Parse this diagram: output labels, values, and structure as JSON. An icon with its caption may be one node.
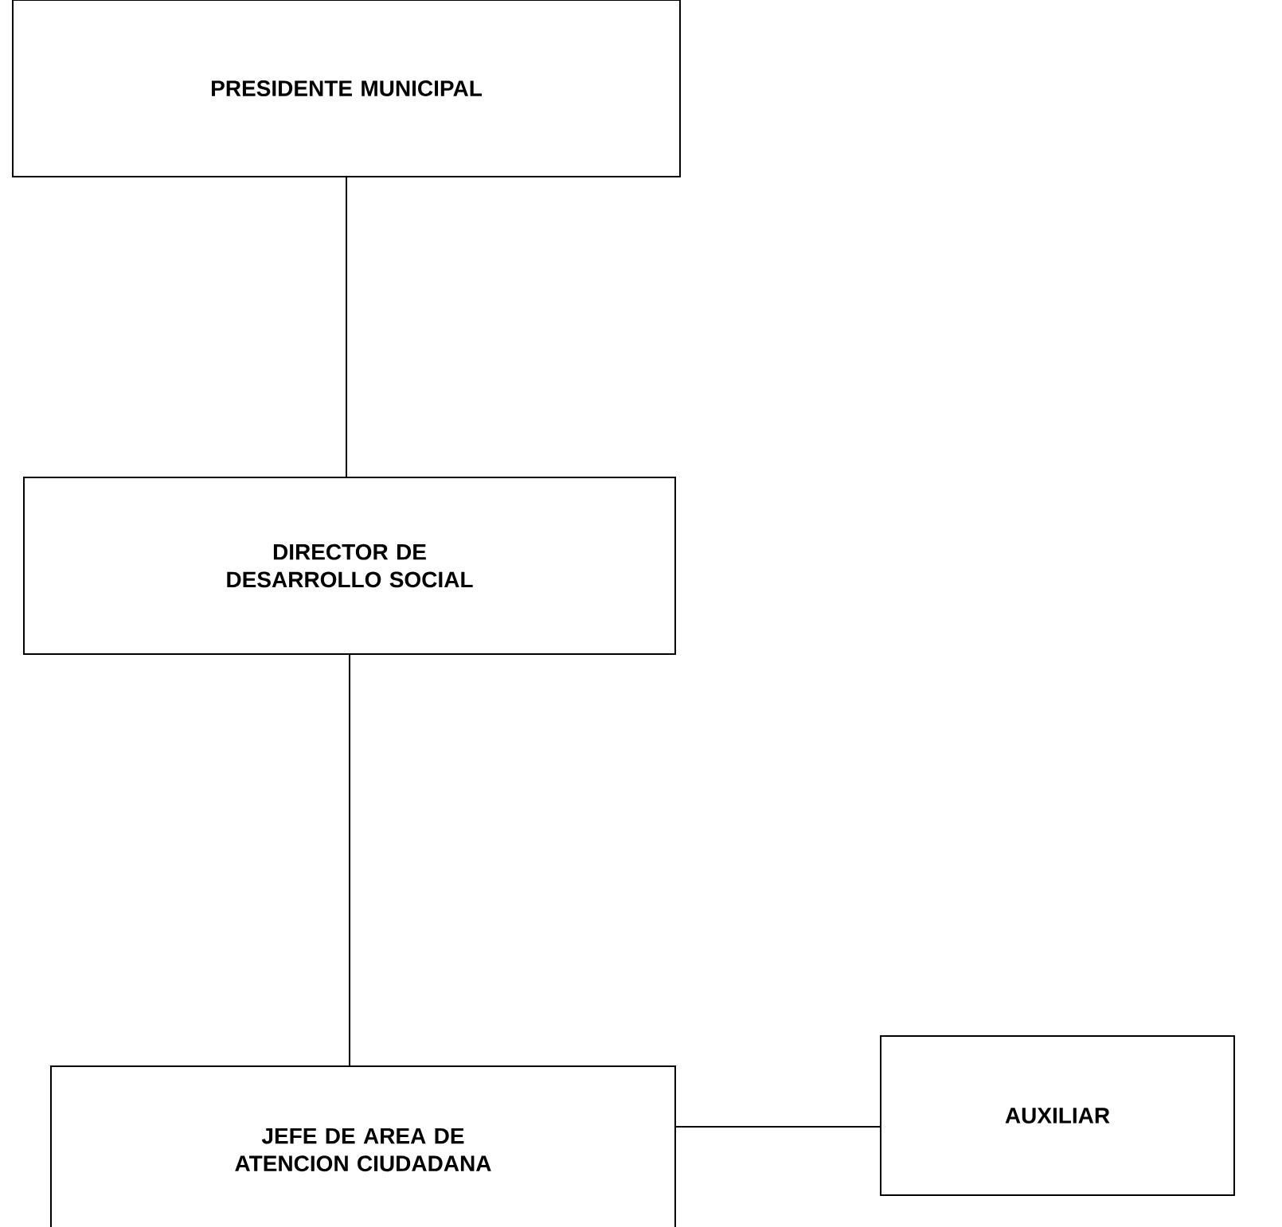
{
  "diagram": {
    "nodes": [
      {
        "text": [
          "PRESIDENTE MUNICIPAL"
        ]
      },
      {
        "text": [
          "DIRECTOR DE DESARROLLO SOCIAL"
        ]
      },
      {
        "text": [
          "JEFE DE AREA DE ATENCION CIUDADANA"
        ]
      },
      {
        "text": [
          "AUXILIAR"
        ]
      }
    ],
    "edges": [
      {
        "from": 0,
        "to": 1,
        "arrow": "none"
      },
      {
        "from": 1,
        "to": 2,
        "arrow": "none"
      },
      {
        "from": 2,
        "to": 3,
        "arrow": "none"
      }
    ]
  }
}
